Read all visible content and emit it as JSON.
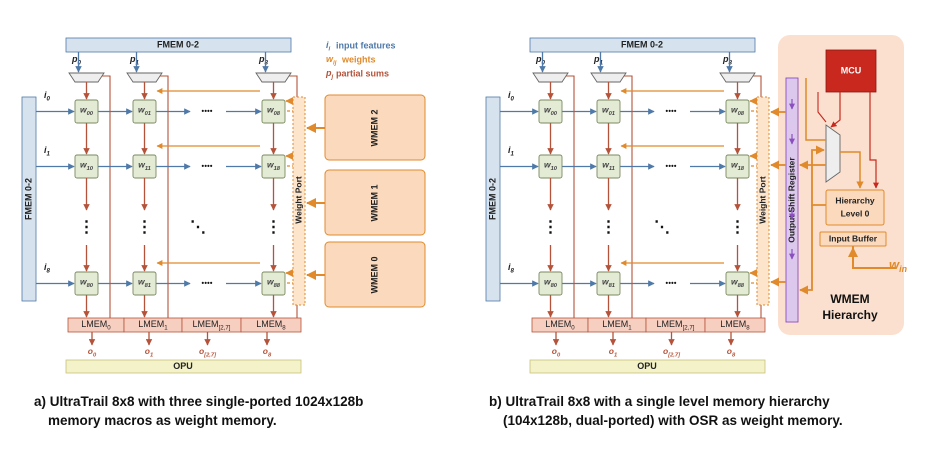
{
  "legend": {
    "input": "input features",
    "weights": "weights",
    "partial": "partial sums",
    "sym_i": "i",
    "sub_i": "i",
    "sym_w": "w",
    "sub_w": "ij",
    "sym_p": "p",
    "sub_p": "j"
  },
  "common": {
    "fmem_top": "FMEM 0-2",
    "fmem_side": "FMEM 0-2",
    "opu": "OPU",
    "weight_port": "Weight Port",
    "dots": "••••",
    "inputs": [
      {
        "sym": "i",
        "sub": "0"
      },
      {
        "sym": "i",
        "sub": "1"
      },
      {
        "sym": "i",
        "sub": "8"
      }
    ],
    "psums": [
      {
        "sym": "p",
        "sub": "0"
      },
      {
        "sym": "p",
        "sub": "1"
      },
      {
        "sym": "p",
        "sub": "8"
      }
    ],
    "weights": [
      [
        {
          "sub": "00"
        },
        {
          "sub": "01"
        },
        {
          "sub": "08"
        }
      ],
      [
        {
          "sub": "10"
        },
        {
          "sub": "11"
        },
        {
          "sub": "18"
        }
      ],
      [
        {
          "sub": "80"
        },
        {
          "sub": "81"
        },
        {
          "sub": "88"
        }
      ]
    ],
    "lmem": [
      {
        "sym": "LMEM",
        "sub": "0"
      },
      {
        "sym": "LMEM",
        "sub": "1"
      },
      {
        "sym": "LMEM",
        "sub": "[2,7]"
      },
      {
        "sym": "LMEM",
        "sub": "8"
      }
    ],
    "outputs": [
      {
        "sym": "o",
        "sub": "0"
      },
      {
        "sym": "o",
        "sub": "1"
      },
      {
        "sym": "o",
        "sub": "[2,7]"
      },
      {
        "sym": "o",
        "sub": "8"
      }
    ]
  },
  "left": {
    "wmem": [
      "WMEM 2",
      "WMEM 1",
      "WMEM 0"
    ],
    "caption_line1": "a) UltraTrail 8x8 with three single-ported 1024x128b",
    "caption_line2": "memory macros as weight memory."
  },
  "right": {
    "osr": "Output Shift Register",
    "mcu": "MCU",
    "hier_line1": "Hierarchy",
    "hier_line2": "Level 0",
    "input_buffer": "Input Buffer",
    "w_in_sym": "w",
    "w_in_sub": "in",
    "wmem_hier_line1": "WMEM",
    "wmem_hier_line2": "Hierarchy",
    "caption_line1": "b) UltraTrail 8x8 with a single level memory hierarchy",
    "caption_line2": "(104x128b, dual-ported) with OSR as weight memory."
  },
  "colors": {
    "blue": "#4f79a8",
    "orange": "#e08a2c",
    "brown": "#b5533a",
    "fmem_fill": "#d6e3ef",
    "pe_fill": "#e3ebd5",
    "lmem_fill": "#f7cfc1",
    "opu_fill": "#f4f2c9",
    "wmem_fill": "#fbd9bc",
    "hier_bg": "#fbe0cf",
    "mcu_fill": "#c8281e",
    "osr_fill": "#dcc8ec",
    "purple": "#8a4fc0"
  }
}
